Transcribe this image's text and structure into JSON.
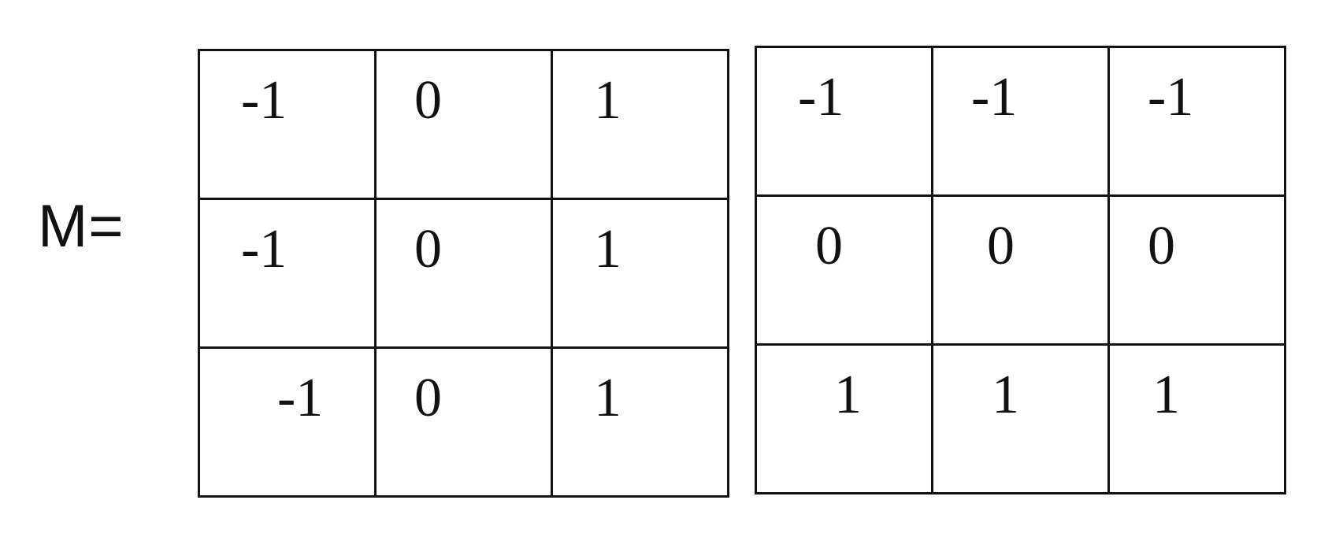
{
  "label": "M=",
  "matrices": [
    {
      "rows": [
        [
          "-1",
          "0",
          "1"
        ],
        [
          "-1",
          "0",
          "1"
        ],
        [
          "-1",
          "0",
          "1"
        ]
      ]
    },
    {
      "rows": [
        [
          "-1",
          "-1",
          "-1"
        ],
        [
          "0",
          "0",
          "0"
        ],
        [
          "1",
          "1",
          "1"
        ]
      ]
    }
  ]
}
